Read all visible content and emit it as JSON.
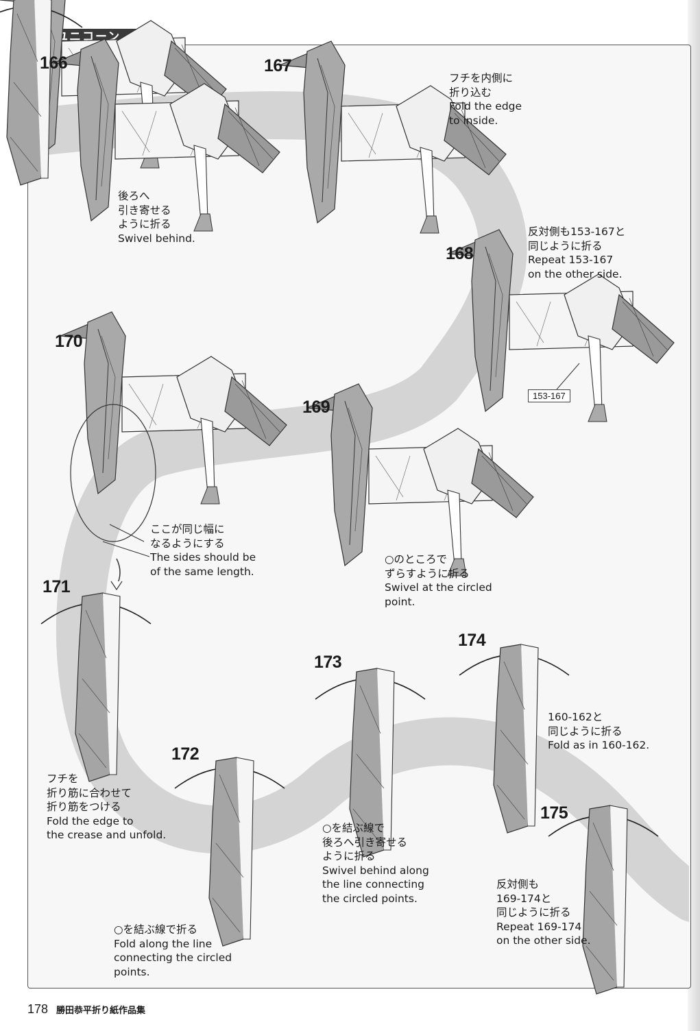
{
  "header": {
    "title": "ユニコーン"
  },
  "steps": {
    "s166": "166",
    "s167": "167",
    "s168": "168",
    "s169": "169",
    "s170": "170",
    "s171": "171",
    "s172": "172",
    "s173": "173",
    "s174": "174",
    "s175": "175"
  },
  "notes": {
    "n166": [
      "後ろへ",
      "引き寄せる",
      "ように折る",
      "Swivel behind."
    ],
    "n167": [
      "フチを内側に",
      "折り込む",
      "Fold the edge",
      "to inside."
    ],
    "n168": [
      "反対側も153-167と",
      "同じように折る",
      "Repeat 153-167",
      "on the other side."
    ],
    "n168_ref": "153-167",
    "n170": [
      "ここが同じ幅に",
      "なるようにする",
      "The sides should be",
      "of the same length."
    ],
    "n169": [
      "○のところで",
      "ずらすように折る",
      "Swivel at the circled",
      "point."
    ],
    "n171": [
      "フチを",
      "折り筋に合わせて",
      "折り筋をつける",
      "Fold the edge to",
      "the crease and unfold."
    ],
    "n172": [
      "○を結ぶ線で折る",
      "Fold along the line",
      "connecting the circled",
      "points."
    ],
    "n173": [
      "○を結ぶ線で",
      "後ろへ引き寄せる",
      "ように折る",
      "Swivel behind along",
      "the line connecting",
      "the circled points."
    ],
    "n174": [
      "160-162と",
      "同じように折る",
      "Fold as in 160-162."
    ],
    "n175": [
      "反対側も",
      "169-174と",
      "同じように折る",
      "Repeat 169-174",
      "on the other side."
    ]
  },
  "footer": {
    "page_number": "178",
    "book_title": "勝田恭平折り紙作品集"
  }
}
